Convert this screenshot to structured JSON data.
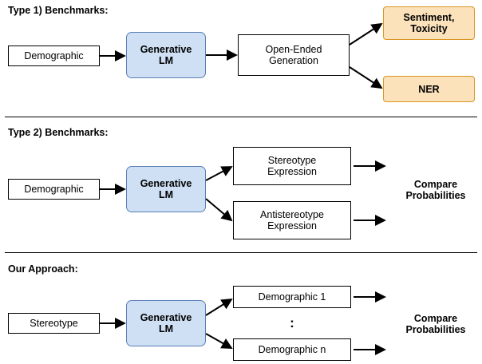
{
  "sections": [
    {
      "title": "Type 1) Benchmarks:",
      "nodes": {
        "input": "Demographic",
        "model": "Generative\nLM",
        "middle": "Open-Ended\nGeneration",
        "out1": "Sentiment,\nToxicity",
        "out2": "NER"
      }
    },
    {
      "title": "Type 2) Benchmarks:",
      "nodes": {
        "input": "Demographic",
        "model": "Generative\nLM",
        "branch1": "Stereotype\nExpression",
        "branch2": "Antistereotype\nExpression",
        "result": "Compare\nProbabilities"
      }
    },
    {
      "title": "Our Approach:",
      "nodes": {
        "input": "Stereotype",
        "model": "Generative\nLM",
        "branch1": "Demographic 1",
        "branch2": "Demographic n",
        "ellipsis": ":",
        "result": "Compare\nProbabilities"
      }
    }
  ],
  "colors": {
    "lm_fill": "#cfe0f5",
    "lm_stroke": "#5b7fb5",
    "out_fill": "#fbe2bb",
    "out_stroke": "#d99521",
    "line": "#000000"
  }
}
